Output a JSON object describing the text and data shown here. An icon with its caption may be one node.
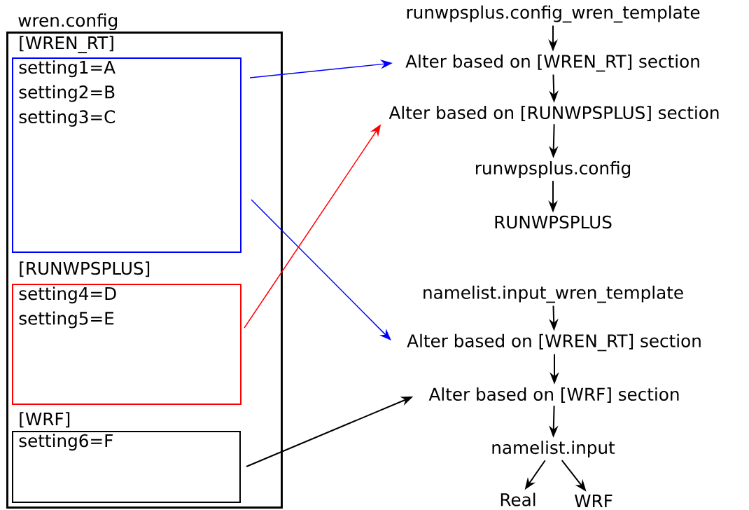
{
  "diagram": {
    "nodes": [
      {
        "text": [
          "wren.config"
        ]
      },
      {
        "text": [
          "[WREN_RT]",
          "setting1=A setting2=B setting3=C"
        ],
        "in": 0
      },
      {
        "text": [
          "[RUNWPSPLUS]",
          "setting4=D setting5=E"
        ],
        "in": 0
      },
      {
        "text": [
          "[WRF]",
          "setting6=F"
        ],
        "in": 0
      },
      {
        "text": [
          "runwpsplus.config_wren_template"
        ]
      },
      {
        "text": [
          "Alter based on [WREN_RT] section"
        ]
      },
      {
        "text": [
          "Alter based on [RUNWPSPLUS] section"
        ]
      },
      {
        "text": [
          "runwpsplus.config"
        ]
      },
      {
        "text": [
          "RUNWPSPLUS"
        ]
      },
      {
        "text": [
          "namelist.input_wren_template"
        ]
      },
      {
        "text": [
          "Alter based on [WREN_RT] section"
        ]
      },
      {
        "text": [
          "Alter based on [WRF] section"
        ]
      },
      {
        "text": [
          "namelist.input"
        ]
      },
      {
        "text": [
          "Real"
        ]
      },
      {
        "text": [
          "WRF"
        ]
      }
    ],
    "edges": [
      {
        "from": 4,
        "to": 5,
        "arrow": "to"
      },
      {
        "from": 5,
        "to": 6,
        "arrow": "to"
      },
      {
        "from": 6,
        "to": 7,
        "arrow": "to"
      },
      {
        "from": 7,
        "to": 8,
        "arrow": "to"
      },
      {
        "from": 9,
        "to": 10,
        "arrow": "to"
      },
      {
        "from": 10,
        "to": 11,
        "arrow": "to"
      },
      {
        "from": 11,
        "to": 12,
        "arrow": "to"
      },
      {
        "from": 12,
        "to": 13,
        "arrow": "to"
      },
      {
        "from": 12,
        "to": 14,
        "arrow": "to"
      },
      {
        "from": 1,
        "to": 5,
        "arrow": "to",
        "color": "#0000ff"
      },
      {
        "from": 1,
        "to": 10,
        "arrow": "to",
        "color": "#0000ff"
      },
      {
        "from": 2,
        "to": 6,
        "arrow": "to",
        "color": "#ff0000"
      },
      {
        "from": 3,
        "to": 11,
        "arrow": "to"
      }
    ]
  }
}
